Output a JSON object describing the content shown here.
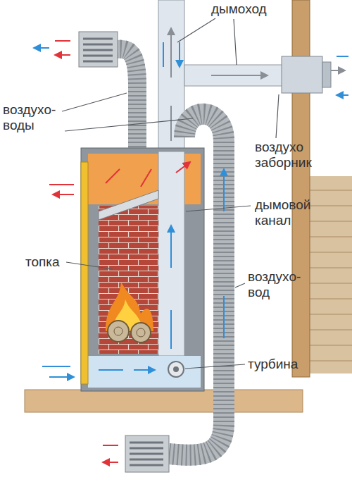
{
  "diagram": {
    "labels": [
      "дымоход",
      "воздухо- воды",
      "воздухо заборник",
      "дымовой канал",
      "топка",
      "воздухо- вод",
      "турбина"
    ]
  }
}
